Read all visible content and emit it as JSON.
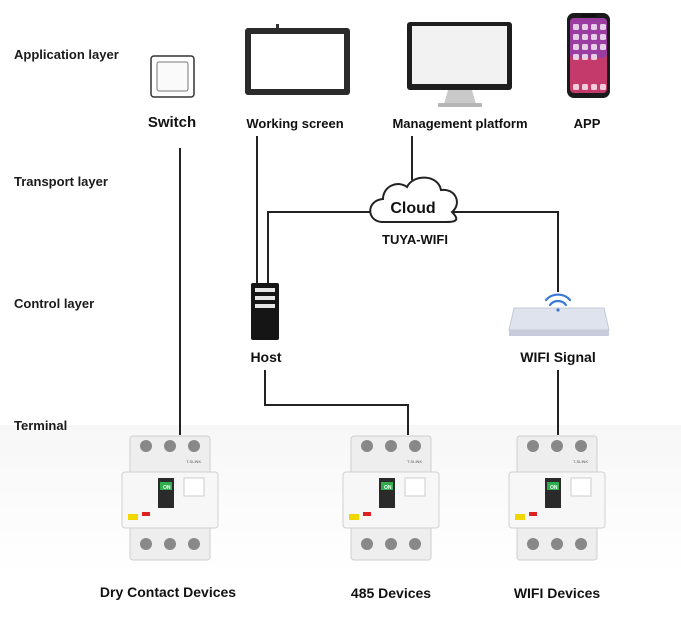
{
  "layers": {
    "application": "Application layer",
    "transport": "Transport layer",
    "control": "Control layer",
    "terminal": "Terminal"
  },
  "nodes": {
    "switch": "Switch",
    "working_screen": "Working screen",
    "management_platform": "Management platform",
    "app": "APP",
    "cloud": "Cloud",
    "tuya_wifi": "TUYA-WIFI",
    "host": "Host",
    "wifi_signal": "WIFI Signal"
  },
  "devices": {
    "dry_contact": "Dry Contact Devices",
    "rs485": "485 Devices",
    "wifi": "WIFI Devices"
  },
  "breaker_marks": {
    "on_label": "ON",
    "brand": "T-SLINK"
  }
}
